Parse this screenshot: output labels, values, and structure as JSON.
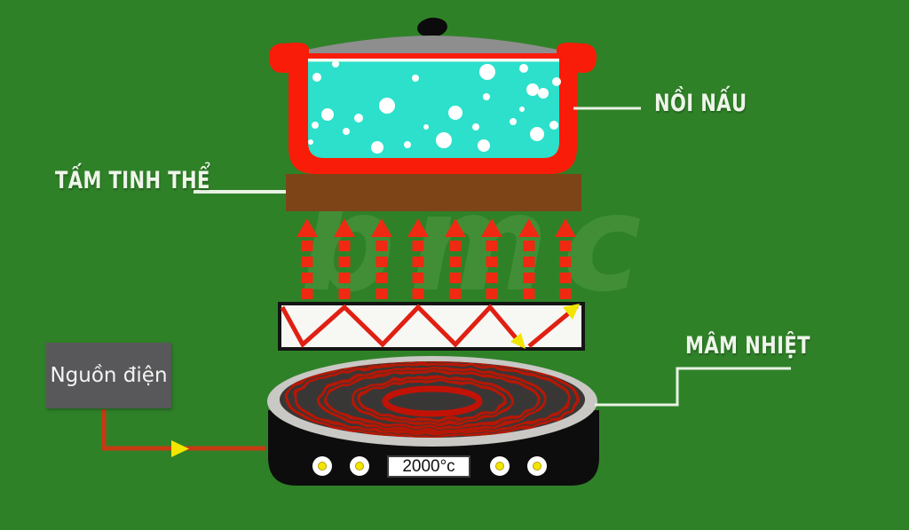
{
  "watermark": "bmc",
  "labels": {
    "pot": "NỒI NẤU",
    "crystal_plate": "TẤM TINH THỂ",
    "heating_plate": "MÂM NHIỆT",
    "power_source": "Nguồn điện"
  },
  "display": {
    "temperature": "2000°c"
  },
  "colors": {
    "background": "#2f8128",
    "pot_red": "#f91c08",
    "water": "#2ce0cb",
    "lid_gray": "#8e8e8e",
    "crystal_brown": "#7d4418",
    "arrow_red": "#f02912",
    "zigzag_red": "#e02012",
    "coil_red": "#c21206",
    "wire_orange": "#c63a12",
    "arrow_yellow": "#f2e600",
    "connector_white": "#e9f2e4",
    "panel_gray": "#58585a",
    "cooker_black": "#0d0d0d",
    "glass_dark": "#393736",
    "rim_silver": "#c9c8c5"
  }
}
